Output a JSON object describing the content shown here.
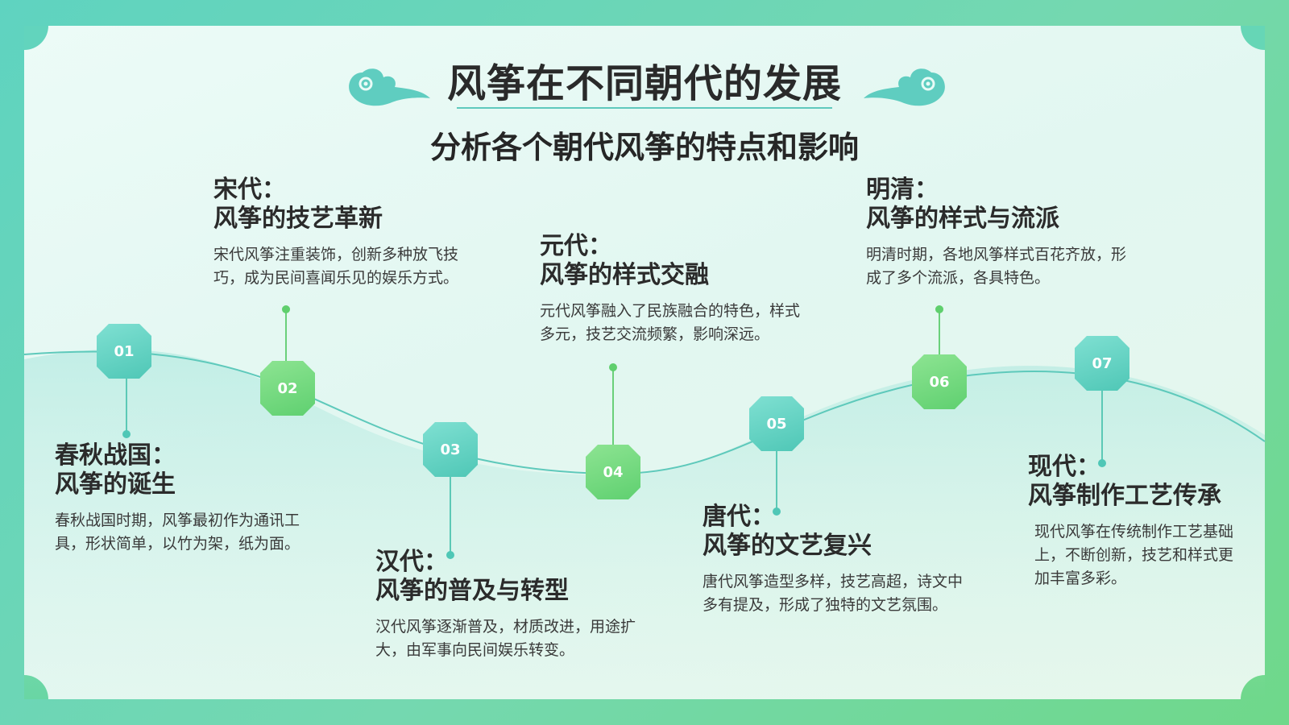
{
  "title": "风筝在不同朝代的发展",
  "subtitle": "分析各个朝代风筝的特点和影响",
  "icons": {
    "cloud_left": "auspicious-cloud-icon",
    "cloud_right": "auspicious-cloud-icon"
  },
  "colors": {
    "teal": "#4fc7b6",
    "green": "#5fd070",
    "frame": "#62d4bd"
  },
  "timeline": [
    {
      "num": "01",
      "era": "春秋战国：",
      "heading": "风筝的诞生",
      "desc": "春秋战国时期，风筝最初作为通讯工具，形状简单，以竹为架，纸为面。"
    },
    {
      "num": "02",
      "era": "宋代：",
      "heading": "风筝的技艺革新",
      "desc": "宋代风筝注重装饰，创新多种放飞技巧，成为民间喜闻乐见的娱乐方式。"
    },
    {
      "num": "03",
      "era": "汉代：",
      "heading": "风筝的普及与转型",
      "desc": "汉代风筝逐渐普及，材质改进，用途扩大，由军事向民间娱乐转变。"
    },
    {
      "num": "04",
      "era": "元代：",
      "heading": "风筝的样式交融",
      "desc": "元代风筝融入了民族融合的特色，样式多元，技艺交流频繁，影响深远。"
    },
    {
      "num": "05",
      "era": "唐代：",
      "heading": "风筝的文艺复兴",
      "desc": "唐代风筝造型多样，技艺高超，诗文中多有提及，形成了独特的文艺氛围。"
    },
    {
      "num": "06",
      "era": "明清：",
      "heading": "风筝的样式与流派",
      "desc": "明清时期，各地风筝样式百花齐放，形成了多个流派，各具特色。"
    },
    {
      "num": "07",
      "era": "现代：",
      "heading": "风筝制作工艺传承",
      "desc": "现代风筝在传统制作工艺基础上，不断创新，技艺和样式更加丰富多彩。"
    }
  ]
}
